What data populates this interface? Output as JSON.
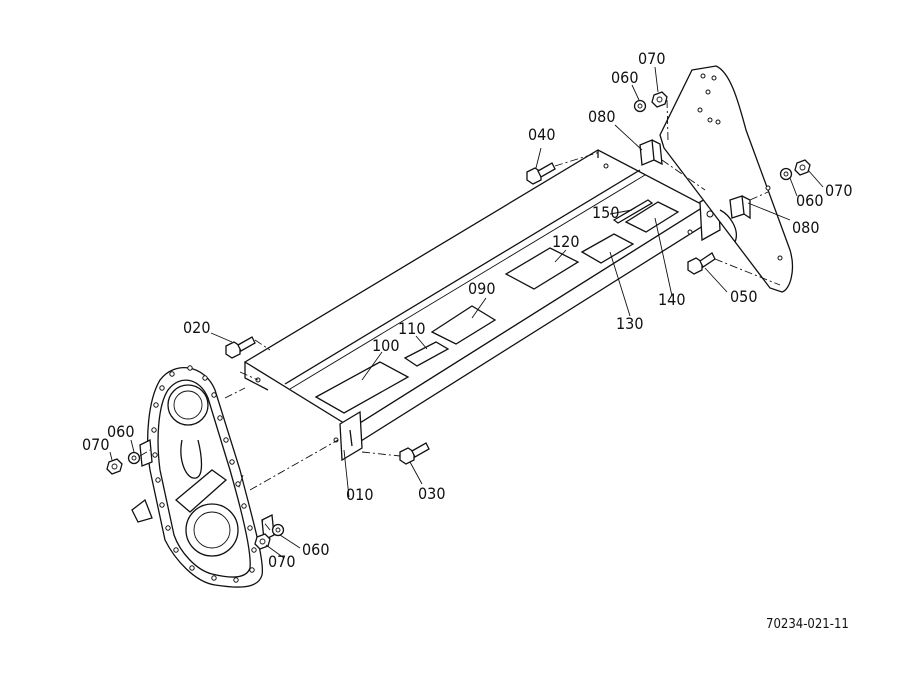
{
  "callouts": [
    {
      "id": "c010",
      "label": "010"
    },
    {
      "id": "c020",
      "label": "020"
    },
    {
      "id": "c030",
      "label": "030"
    },
    {
      "id": "c040",
      "label": "040"
    },
    {
      "id": "c050",
      "label": "050"
    },
    {
      "id": "c060_tr",
      "label": "060"
    },
    {
      "id": "c060_r",
      "label": "060"
    },
    {
      "id": "c060_l",
      "label": "060"
    },
    {
      "id": "c060_b",
      "label": "060"
    },
    {
      "id": "c070_tr",
      "label": "070"
    },
    {
      "id": "c070_r",
      "label": "070"
    },
    {
      "id": "c070_l",
      "label": "070"
    },
    {
      "id": "c070_b",
      "label": "070"
    },
    {
      "id": "c080_t",
      "label": "080"
    },
    {
      "id": "c080_r",
      "label": "080"
    },
    {
      "id": "c090",
      "label": "090"
    },
    {
      "id": "c100",
      "label": "100"
    },
    {
      "id": "c110",
      "label": "110"
    },
    {
      "id": "c120",
      "label": "120"
    },
    {
      "id": "c130",
      "label": "130"
    },
    {
      "id": "c140",
      "label": "140"
    },
    {
      "id": "c150",
      "label": "150"
    }
  ],
  "figure_code": "70234-021-11"
}
